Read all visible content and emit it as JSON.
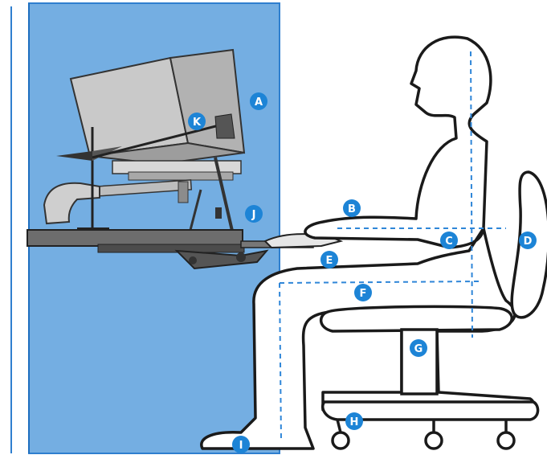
{
  "colors": {
    "panel": "#74AEE2",
    "panel_edge": "#2F7FCF",
    "callout": "#1D84D6",
    "outline": "#1a1a1a",
    "monitor": "#BDBDBD",
    "desk": "#6d6d6d",
    "guide_line": "#2F86D8"
  },
  "callouts": {
    "a": "A",
    "b": "B",
    "c": "C",
    "d": "D",
    "e": "E",
    "f": "F",
    "g": "G",
    "h": "H",
    "i": "I",
    "j": "J",
    "k": "K"
  }
}
